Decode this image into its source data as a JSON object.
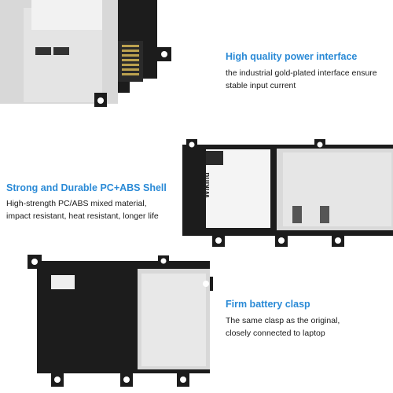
{
  "colors": {
    "accent": "#2a8ad6",
    "text": "#1a1a1a",
    "battery_body": "#1c1c1c",
    "cell": "#dadada"
  },
  "features": [
    {
      "title": "High quality power interface",
      "lines": [
        "the industrial gold-plated interface ensure",
        "stable input current"
      ]
    },
    {
      "title": "Strong and Durable PC+ABS Shell",
      "lines": [
        "High-strength PC/ABS mixed material,",
        "impact resistant, heat resistant, longer life"
      ]
    },
    {
      "title": "Firm battery clasp",
      "lines": [
        "The same clasp as the original,",
        "closely connected to laptop"
      ]
    }
  ],
  "label_text": "Wikinu"
}
